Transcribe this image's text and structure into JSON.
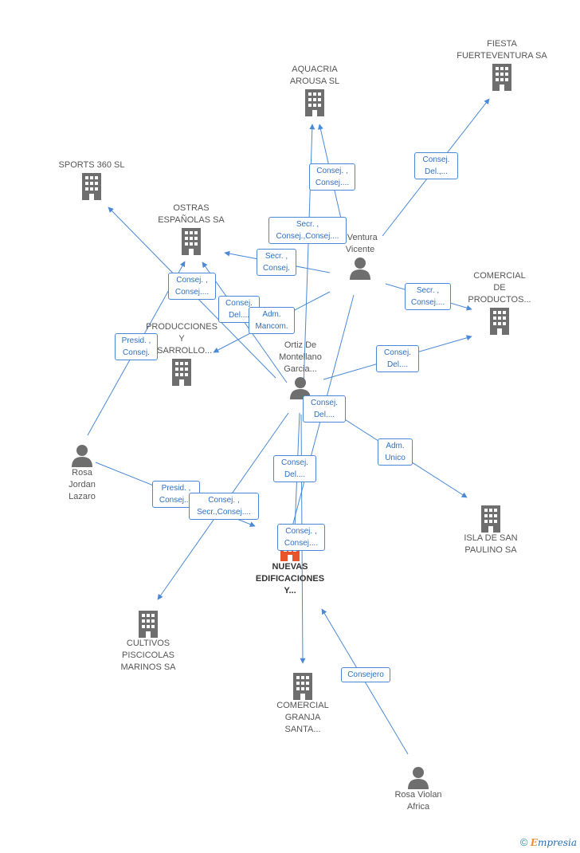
{
  "colors": {
    "edge": "#4a89d6",
    "node_icon": "#6e6e6e",
    "main_icon": "#e8552b"
  },
  "nodes": {
    "aquacria": "AQUACRIA\nAROUSA SL",
    "fiesta": "FIESTA\nFUERTEVENTURA SA",
    "sports": "SPORTS 360 SL",
    "ostras": "OSTRAS\nESPAÑOLAS SA",
    "ventura": "i Ventura\nVicente",
    "comercial_prod": "COMERCIAL\nDE\nPRODUCTOS...",
    "producciones": "PRODUCCIONES\nY\nESARROLLO...",
    "ortiz": "Ortiz De\nMontellano\nGarcia...",
    "rosa_jordan": "Rosa\nJordan\nLazaro",
    "isla": "ISLA DE SAN\nPAULINO SA",
    "nuevas": "NUEVAS\nEDIFICACIONES\nY...",
    "cultivos": "CULTIVOS\nPISCICOLAS\nMARINOS SA",
    "granja": "COMERCIAL\nGRANJA\nSANTA...",
    "rosa_violan": "Rosa Violan\nAfrica"
  },
  "edge_labels": {
    "consej_del_fiesta": "Consej.\nDel.,...",
    "consej_consej_aquacria": "Consej. ,\nConsej....",
    "secr_consej_consej": "Secr. ,\nConsej.,Consej....",
    "secr_consej_ostras": "Secr. ,\nConsej.",
    "consej_consej_ostras": "Consej. ,\nConsej....",
    "consej_del_ortiz_prod": "Consej.\nDel....",
    "adm_mancom": "Adm.\nMancom.",
    "secr_consej_comercial": "Secr. ,\nConsej....",
    "presid_consej_rosa": "Presid. ,\nConsej.",
    "consej_del_comercial": "Consej.\nDel....",
    "consej_del_ortiz": "Consej.\nDel....",
    "adm_unico": "Adm.\nUnico",
    "consej_del_nuevas": "Consej.\nDel....",
    "presid_consej_nuevas": "Presid. ,\nConsej....",
    "consej_secr_consej": "Consej. ,\nSecr.,Consej....",
    "consej_consej_nuevas": "Consej. ,\nConsej....",
    "consejero": "Consejero"
  },
  "footer": {
    "copyright": "©",
    "brand_initial": "E",
    "brand_rest": "mpresia"
  }
}
